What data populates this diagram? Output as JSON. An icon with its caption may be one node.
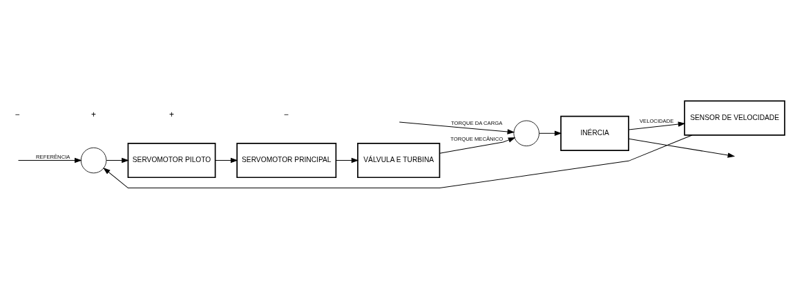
{
  "diagram": {
    "nodes": [
      {
        "text": [],
        "shape": "circle"
      },
      {
        "text": [
          "SERVOMOTOR PILOTO"
        ]
      },
      {
        "text": [
          "SERVOMOTOR PRINCIPAL"
        ]
      },
      {
        "text": [
          "VÁLVULA E TURBINA"
        ]
      },
      {
        "text": [],
        "shape": "circle"
      },
      {
        "text": [
          "INÉRCIA"
        ]
      },
      {
        "text": [
          "SENSOR DE VELOCIDADE"
        ]
      }
    ],
    "edges": [
      {
        "from": null,
        "to": 0,
        "arrow": "to",
        "label": "REFERÊNCIA"
      },
      {
        "from": 0,
        "to": 1,
        "arrow": "to"
      },
      {
        "from": 1,
        "to": 2,
        "arrow": "to"
      },
      {
        "from": 2,
        "to": 3,
        "arrow": "to"
      },
      {
        "from": 3,
        "to": 4,
        "arrow": "to",
        "label": "TORQUE MECÂNICO"
      },
      {
        "from": null,
        "to": 4,
        "arrow": "to",
        "label": "TORQUE DA CARGA"
      },
      {
        "from": 4,
        "to": 5,
        "arrow": "to"
      },
      {
        "from": 5,
        "to": null,
        "arrow": "to"
      },
      {
        "from": 5,
        "to": 6,
        "arrow": "to",
        "label": "VELOCIDADE"
      },
      {
        "from": 6,
        "to": 0,
        "arrow": "to"
      }
    ],
    "labels": [
      "−",
      "+",
      "+",
      "−"
    ]
  }
}
